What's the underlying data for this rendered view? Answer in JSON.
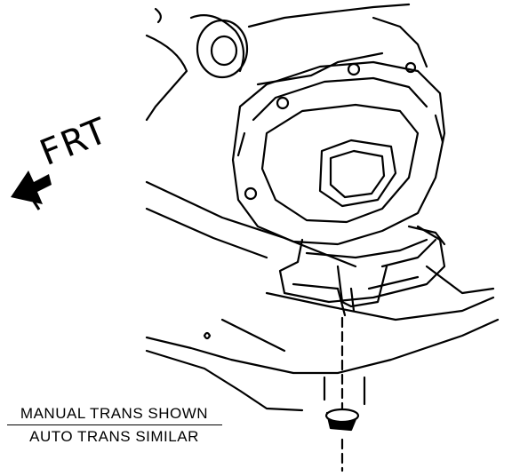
{
  "diagram": {
    "direction_label": "FRT",
    "caption": {
      "line1": "MANUAL TRANS SHOWN",
      "line2": "AUTO TRANS SIMILAR"
    },
    "line_color": "#000000",
    "background_color": "#ffffff"
  }
}
